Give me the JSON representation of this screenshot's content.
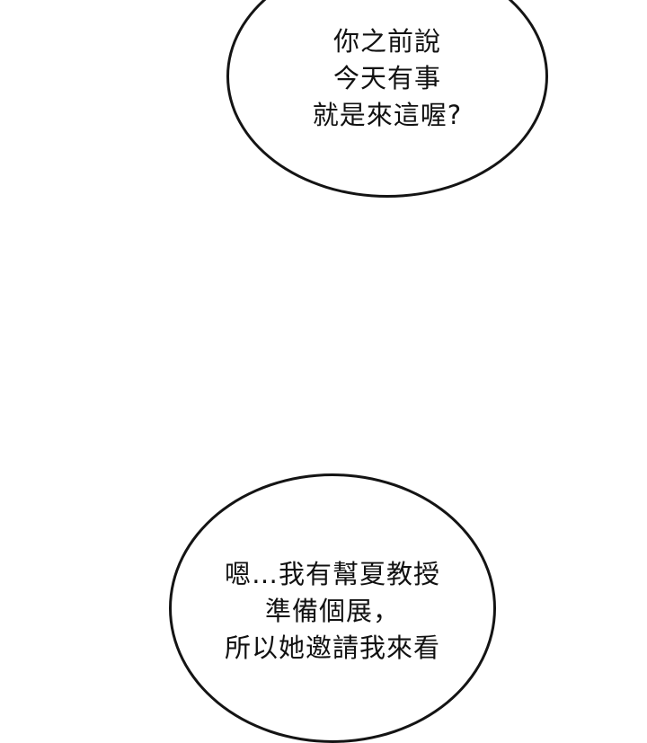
{
  "bubbles": [
    {
      "lines": [
        "你之前說",
        "今天有事",
        "就是來這喔?"
      ]
    },
    {
      "lines": [
        "嗯…我有幫夏教授",
        "準備個展，",
        "所以她邀請我來看"
      ]
    }
  ],
  "colors": {
    "background": "#ffffff",
    "outline": "#141414",
    "text": "#111111"
  }
}
